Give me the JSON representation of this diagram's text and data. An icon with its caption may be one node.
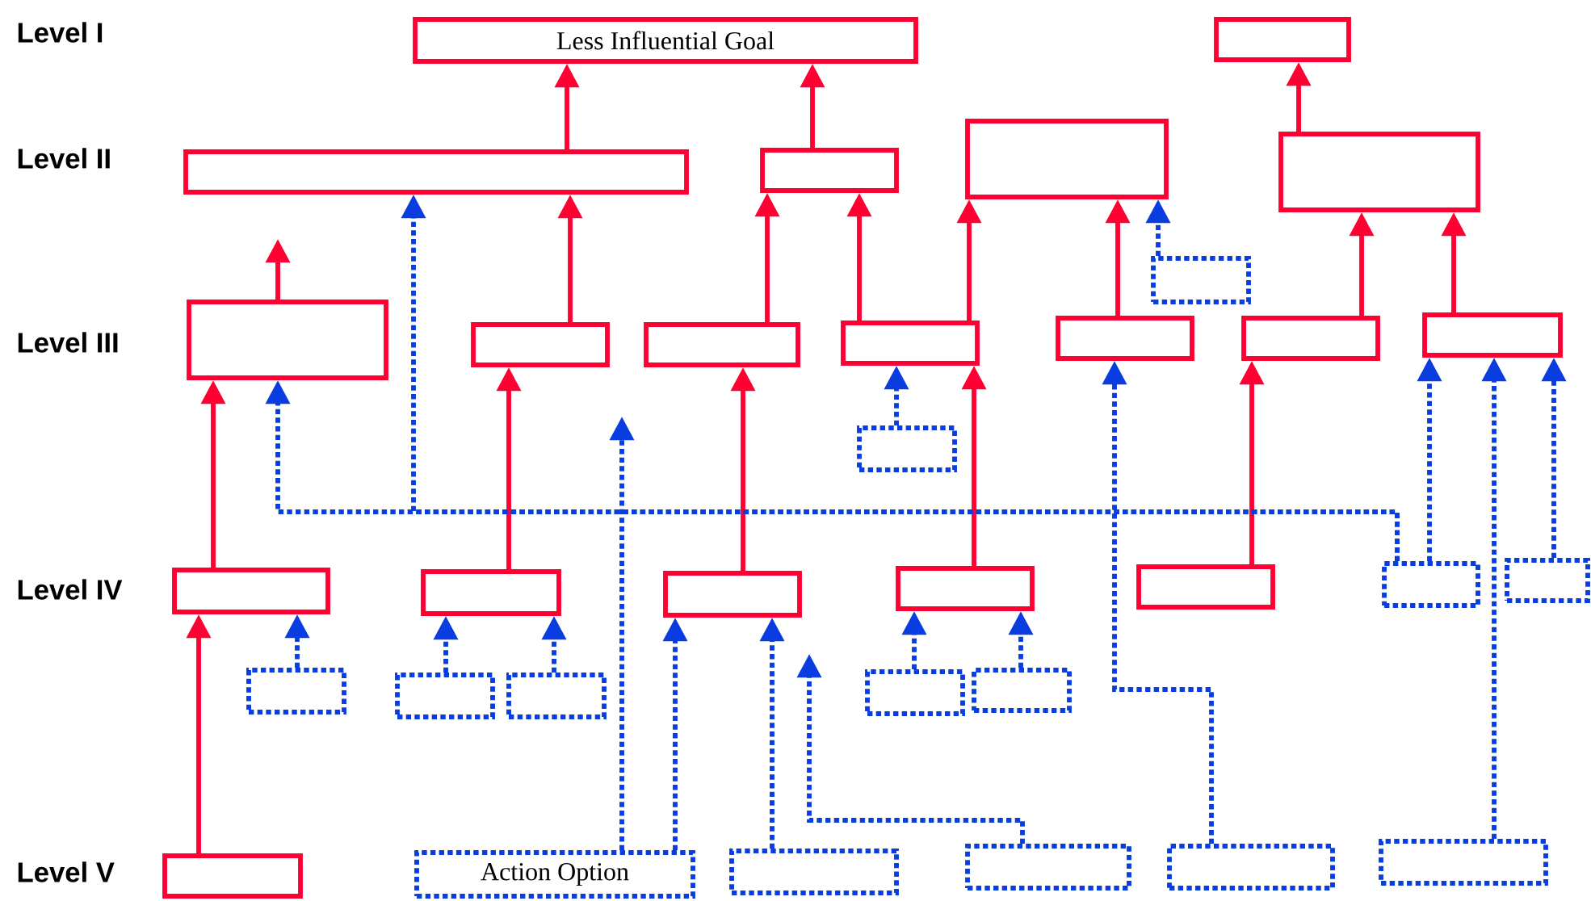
{
  "diagram": {
    "nodes": [
      {
        "text": [
          "Less Influential Goal"
        ]
      },
      {
        "text": [],
        "shape": "box"
      },
      {
        "text": [],
        "shape": "box"
      },
      {
        "text": [],
        "shape": "box"
      },
      {
        "text": [],
        "shape": "box"
      },
      {
        "text": [],
        "shape": "box"
      },
      {
        "text": [],
        "shape": "box"
      },
      {
        "text": [],
        "shape": "box"
      },
      {
        "text": [],
        "shape": "box"
      },
      {
        "text": [],
        "shape": "box"
      },
      {
        "text": [],
        "shape": "box"
      },
      {
        "text": [],
        "shape": "box"
      },
      {
        "text": [],
        "shape": "box"
      },
      {
        "text": [],
        "shape": "box"
      },
      {
        "text": [],
        "shape": "box"
      },
      {
        "text": [],
        "shape": "box"
      },
      {
        "text": [],
        "shape": "box"
      },
      {
        "text": [],
        "shape": "box"
      },
      {
        "text": [],
        "shape": "box"
      },
      {
        "text": [],
        "shape": "box"
      },
      {
        "text": [],
        "shape": "box"
      },
      {
        "text": [],
        "shape": "box"
      },
      {
        "text": [],
        "shape": "box"
      },
      {
        "text": [],
        "shape": "box"
      },
      {
        "text": [],
        "shape": "box"
      },
      {
        "text": [],
        "shape": "box"
      },
      {
        "text": [],
        "shape": "box"
      },
      {
        "text": [],
        "shape": "box"
      },
      {
        "text": [
          "Action Option"
        ]
      },
      {
        "text": [],
        "shape": "box"
      },
      {
        "text": [],
        "shape": "box"
      },
      {
        "text": [],
        "shape": "box"
      },
      {
        "text": [],
        "shape": "box"
      }
    ],
    "edges": [
      {
        "from": 2,
        "to": 0,
        "arrow": "to",
        "color": "#ff0033"
      },
      {
        "from": 3,
        "to": 0,
        "arrow": "to",
        "color": "#ff0033"
      },
      {
        "from": 5,
        "to": 1,
        "arrow": "to",
        "color": "#ff0033"
      },
      {
        "from": 6,
        "to": null,
        "arrow": "to",
        "color": "#ff0033"
      },
      {
        "from": 7,
        "to": 2,
        "arrow": "to",
        "color": "#ff0033"
      },
      {
        "from": 8,
        "to": 3,
        "arrow": "to",
        "color": "#ff0033"
      },
      {
        "from": 9,
        "to": 3,
        "arrow": "to",
        "color": "#ff0033"
      },
      {
        "from": 9,
        "to": 4,
        "arrow": "to",
        "color": "#ff0033"
      },
      {
        "from": 10,
        "to": 4,
        "arrow": "to",
        "color": "#ff0033"
      },
      {
        "from": 11,
        "to": 5,
        "arrow": "to",
        "color": "#ff0033"
      },
      {
        "from": 12,
        "to": 5,
        "arrow": "to",
        "color": "#ff0033"
      },
      {
        "from": 15,
        "to": 6,
        "arrow": "to",
        "color": "#ff0033"
      },
      {
        "from": 16,
        "to": 7,
        "arrow": "to",
        "color": "#ff0033"
      },
      {
        "from": 17,
        "to": 8,
        "arrow": "to",
        "color": "#ff0033"
      },
      {
        "from": 18,
        "to": 9,
        "arrow": "to",
        "color": "#ff0033"
      },
      {
        "from": 19,
        "to": 11,
        "arrow": "to",
        "color": "#ff0033"
      },
      {
        "from": 27,
        "to": 15,
        "arrow": "to",
        "color": "#ff0033"
      },
      {
        "from": 13,
        "to": 4,
        "arrow": "to",
        "style": "dashed",
        "color": "#0a3de0"
      },
      {
        "from": 20,
        "to": 6,
        "arrow": "to",
        "style": "dashed",
        "color": "#0a3de0"
      },
      {
        "from": 20,
        "to": 2,
        "arrow": "to",
        "style": "dashed",
        "color": "#0a3de0"
      },
      {
        "from": 28,
        "to": null,
        "arrow": "to",
        "style": "dashed",
        "color": "#0a3de0"
      },
      {
        "from": 31,
        "to": 10,
        "arrow": "to",
        "style": "dashed",
        "color": "#0a3de0"
      },
      {
        "from": 22,
        "to": 15,
        "arrow": "to",
        "style": "dashed",
        "color": "#0a3de0"
      },
      {
        "from": 23,
        "to": 16,
        "arrow": "to",
        "style": "dashed",
        "color": "#0a3de0"
      },
      {
        "from": 24,
        "to": 16,
        "arrow": "to",
        "style": "dashed",
        "color": "#0a3de0"
      },
      {
        "from": 28,
        "to": 17,
        "arrow": "to",
        "style": "dashed",
        "color": "#0a3de0"
      },
      {
        "from": 29,
        "to": 17,
        "arrow": "to",
        "style": "dashed",
        "color": "#0a3de0"
      },
      {
        "from": 30,
        "to": null,
        "arrow": "to",
        "style": "dashed",
        "color": "#0a3de0"
      },
      {
        "from": 14,
        "to": 9,
        "arrow": "to",
        "style": "dashed",
        "color": "#0a3de0"
      },
      {
        "from": 25,
        "to": 18,
        "arrow": "to",
        "style": "dashed",
        "color": "#0a3de0"
      },
      {
        "from": 26,
        "to": 18,
        "arrow": "to",
        "style": "dashed",
        "color": "#0a3de0"
      },
      {
        "from": 20,
        "to": 12,
        "arrow": "to",
        "style": "dashed",
        "color": "#0a3de0"
      },
      {
        "from": 32,
        "to": 12,
        "arrow": "to",
        "style": "dashed",
        "color": "#0a3de0"
      },
      {
        "from": 21,
        "to": 12,
        "arrow": "to",
        "style": "dashed",
        "color": "#0a3de0"
      }
    ],
    "labels": [
      "Level I",
      "Level II",
      "Level III",
      "Level IV",
      "Level V"
    ]
  }
}
